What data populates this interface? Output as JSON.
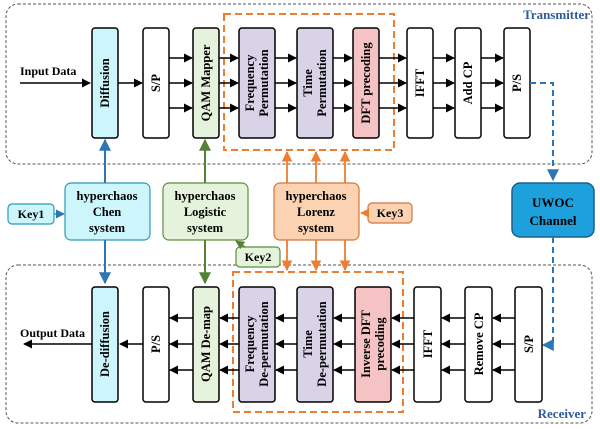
{
  "sections": {
    "transmitter": "Transmitter",
    "receiver": "Receiver"
  },
  "io": {
    "input": "Input Data",
    "output": "Output Data"
  },
  "transmitter_blocks": {
    "diffusion": "Diffusion",
    "sp": "S/P",
    "qam_mapper": "QAM Mapper",
    "freq_perm": [
      "Frequency",
      "Permutation"
    ],
    "time_perm": [
      "Time",
      "Permutation"
    ],
    "dft": "DFT precoding",
    "ifft": "IFFT",
    "add_cp": "Add CP",
    "ps": "P/S"
  },
  "receiver_blocks": {
    "de_diffusion": "De-diffusion",
    "ps": "P/S",
    "qam_demap": "QAM De-map",
    "freq_deperm": [
      "Frequency",
      "De-permutation"
    ],
    "time_deperm": [
      "Time",
      "De-permutation"
    ],
    "inverse_dft": [
      "Inverse DFT",
      "precoding"
    ],
    "ifft": "IFFT",
    "remove_cp": "Remove CP",
    "sp": "S/P"
  },
  "chaos_systems": {
    "chen": [
      "hyperchaos",
      "Chen",
      "system"
    ],
    "logistic": [
      "hyperchaos",
      "Logistic",
      "system"
    ],
    "lorenz": [
      "hyperchaos",
      "Lorenz",
      "system"
    ]
  },
  "keys": {
    "key1": "Key1",
    "key2": "Key2",
    "key3": "Key3"
  },
  "channel": [
    "UWOC",
    "Channel"
  ],
  "colors": {
    "chen_fill": "#ccf6fb",
    "chen_stroke": "#2a9bb8",
    "logistic_fill": "#e6f3dc",
    "logistic_stroke": "#5b8f3c",
    "lorenz_fill": "#fbd3b3",
    "lorenz_stroke": "#d8743a",
    "perm_fill": "#d9d3e8",
    "dft_fill": "#f6c3c5",
    "channel_fill": "#1ea0dc",
    "blue_arrow": "#2e75b6",
    "green_arrow": "#548235",
    "orange_arrow": "#ed7d31",
    "section_label": "#2e5b99"
  }
}
